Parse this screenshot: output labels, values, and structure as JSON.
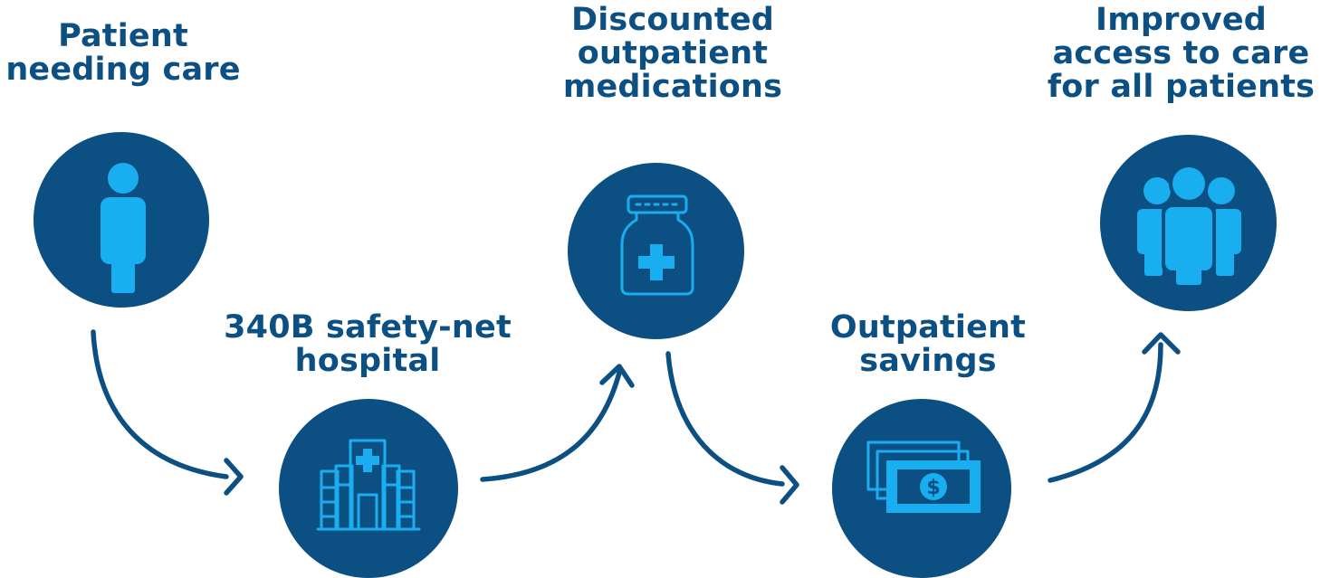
{
  "colors": {
    "node_fill": "#0c5083",
    "icon_fill": "#19aeef",
    "text": "#0c5083",
    "connector": "#0c5083"
  },
  "steps": [
    {
      "label": "Patient\nneeding care",
      "icon": "person-icon"
    },
    {
      "label": "340B safety-net\nhospital",
      "icon": "hospital-icon"
    },
    {
      "label": "Discounted\noutpatient\nmedications",
      "icon": "medicine-jar-icon"
    },
    {
      "label": "Outpatient\nsavings",
      "icon": "money-icon"
    },
    {
      "label": "Improved\naccess to care\nfor all patients",
      "icon": "people-group-icon"
    }
  ],
  "money_symbol": "$"
}
